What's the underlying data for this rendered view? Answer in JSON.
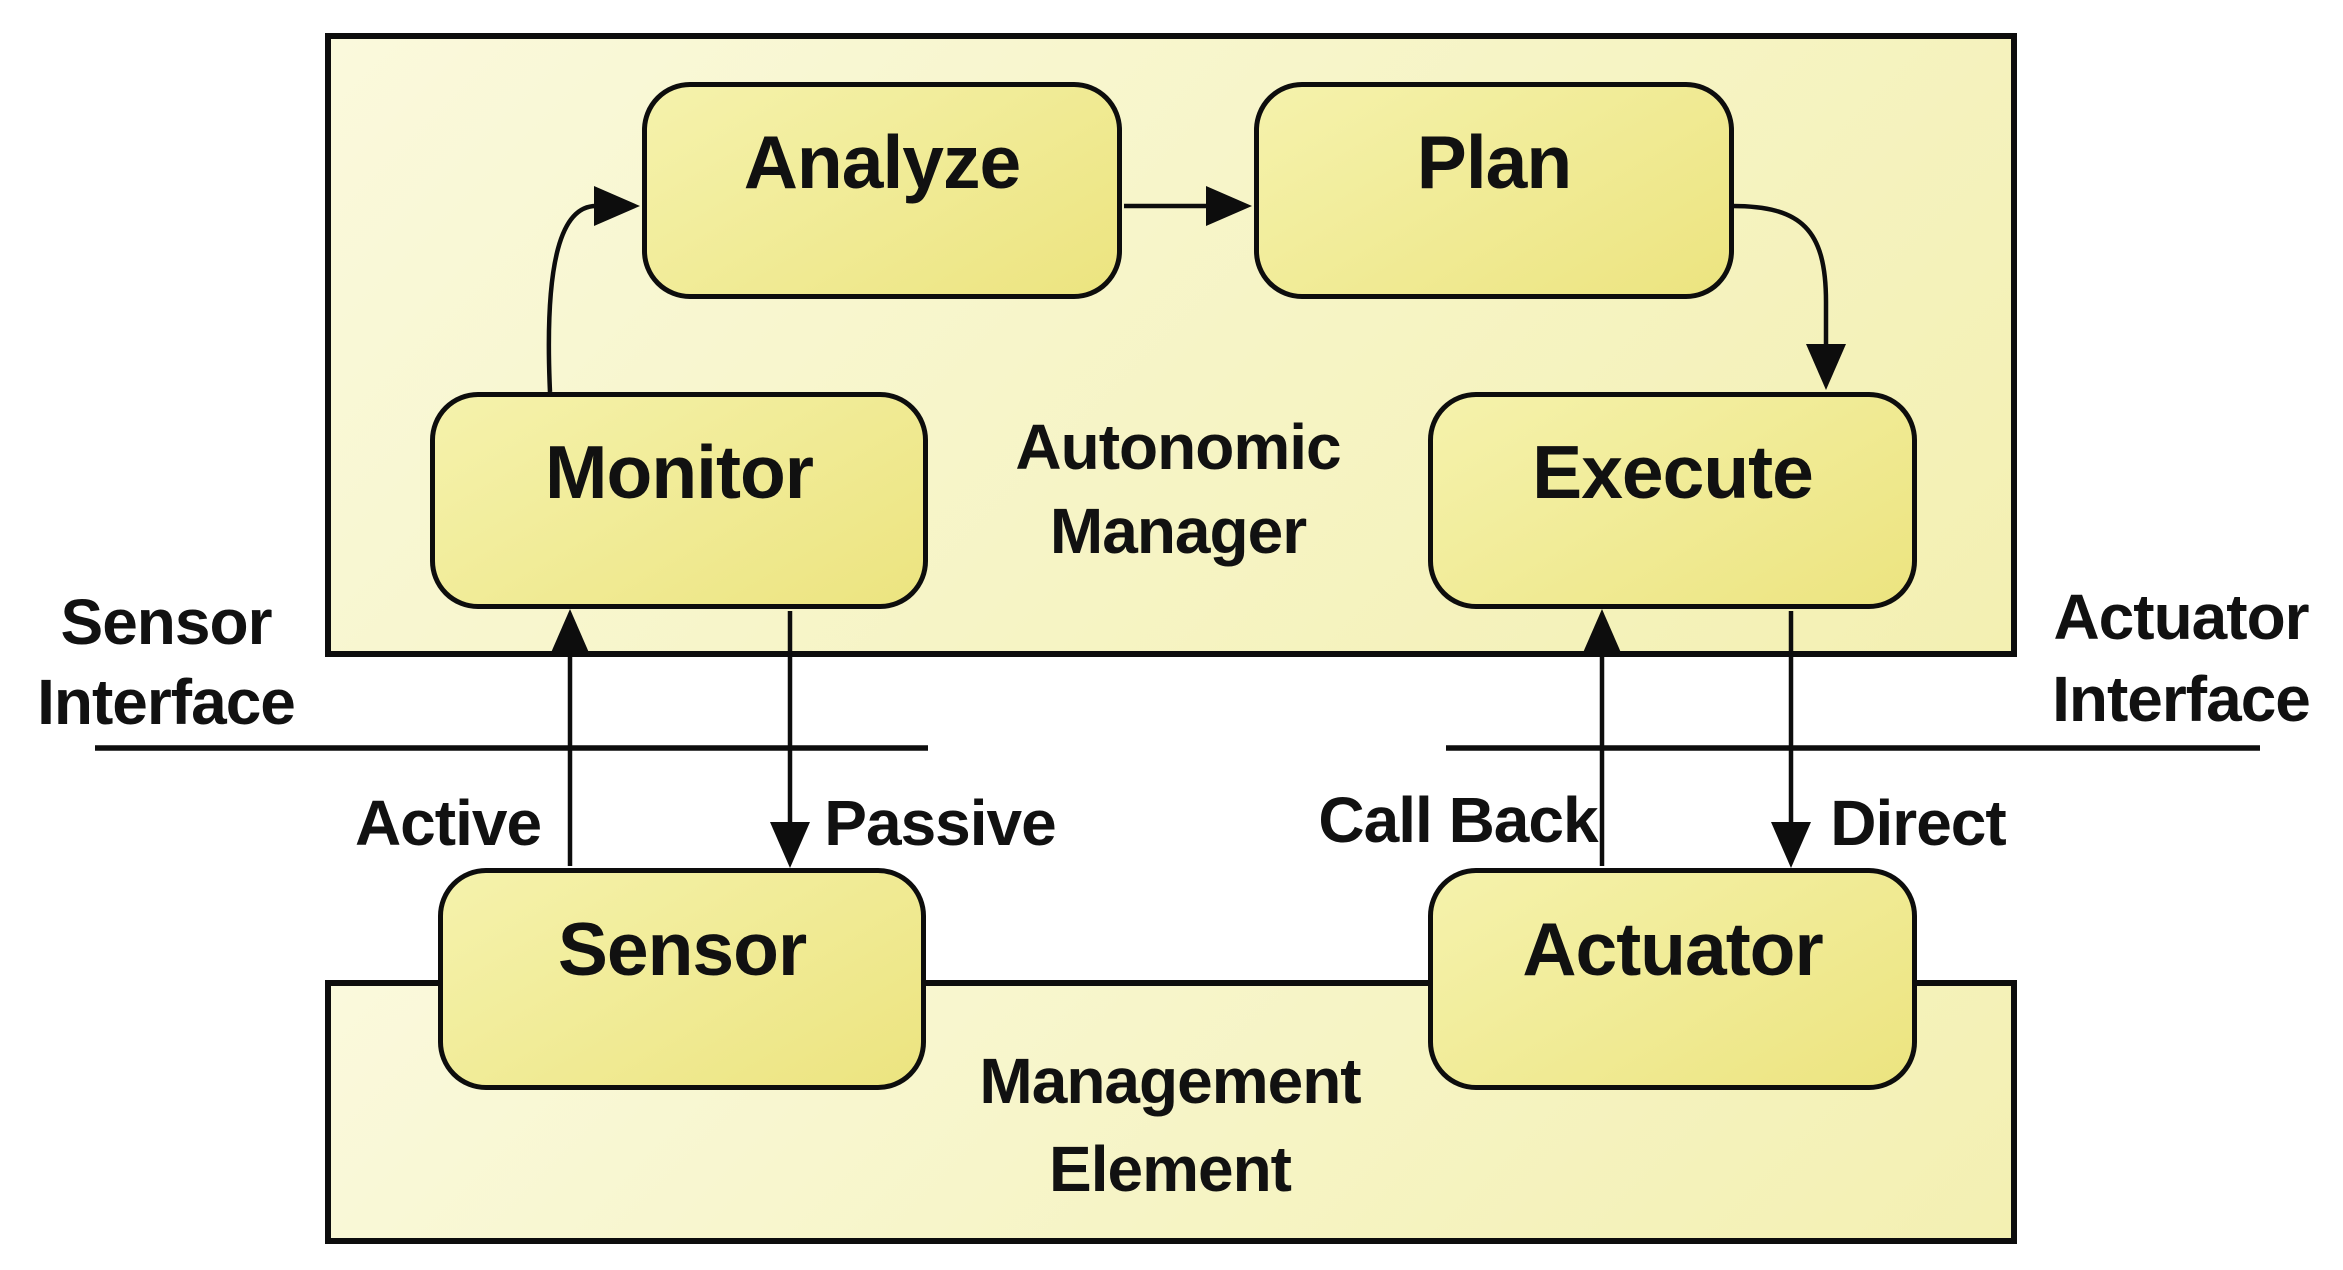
{
  "diagram": {
    "nodes": {
      "analyze": {
        "label": "Analyze"
      },
      "plan": {
        "label": "Plan"
      },
      "monitor": {
        "label": "Monitor"
      },
      "execute": {
        "label": "Execute"
      },
      "sensor": {
        "label": "Sensor"
      },
      "actuator": {
        "label": "Actuator"
      }
    },
    "containers": {
      "autonomic_manager": {
        "line1": "Autonomic",
        "line2": "Manager"
      },
      "management_element": {
        "line1": "Management",
        "line2": "Element"
      }
    },
    "interface_labels": {
      "sensor_interface": {
        "line1": "Sensor",
        "line2": "Interface"
      },
      "actuator_interface": {
        "line1": "Actuator",
        "line2": "Interface"
      }
    },
    "arrow_labels": {
      "active": "Active",
      "passive": "Passive",
      "call_back": "Call Back",
      "direct": "Direct"
    },
    "colors": {
      "container_fill_light": "#FAF9DC",
      "container_fill_dark": "#F3F0B2",
      "node_fill_light": "#F5F2AC",
      "node_fill_dark": "#ECE480",
      "border": "#0d0d0d",
      "text": "#111111",
      "background": "#ffffff"
    }
  }
}
